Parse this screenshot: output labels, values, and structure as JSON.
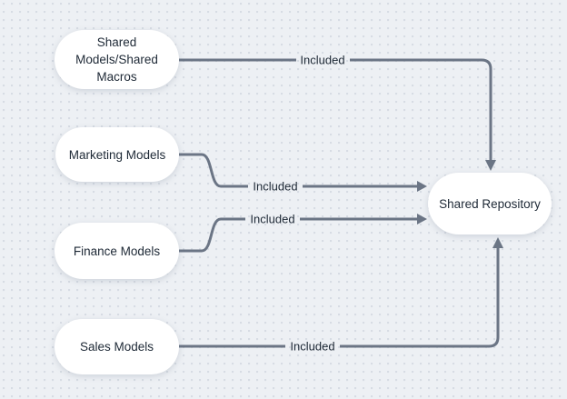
{
  "diagram": {
    "type": "flowchart",
    "colors": {
      "background": "#edf0f4",
      "dot_grid": "#d6dbe3",
      "connector": "#6b7585",
      "node_fill": "#ffffff",
      "text": "#1e2936"
    },
    "nodes": [
      {
        "id": "shared-models-macros",
        "label": "Shared\nModels/Shared\nMacros"
      },
      {
        "id": "marketing-models",
        "label": "Marketing Models"
      },
      {
        "id": "finance-models",
        "label": "Finance Models"
      },
      {
        "id": "sales-models",
        "label": "Sales Models"
      },
      {
        "id": "shared-repository",
        "label": "Shared Repository"
      }
    ],
    "edges": [
      {
        "from": "shared-models-macros",
        "to": "shared-repository",
        "label": "Included"
      },
      {
        "from": "marketing-models",
        "to": "shared-repository",
        "label": "Included"
      },
      {
        "from": "finance-models",
        "to": "shared-repository",
        "label": "Included"
      },
      {
        "from": "sales-models",
        "to": "shared-repository",
        "label": "Included"
      }
    ]
  }
}
